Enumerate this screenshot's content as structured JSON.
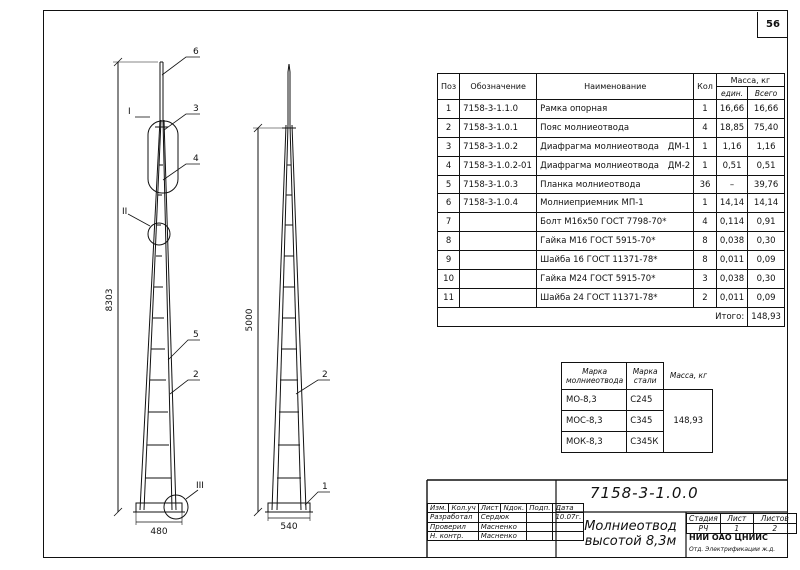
{
  "sheet_number": "56",
  "dimensions": {
    "total_height": "8303",
    "section_height": "5000",
    "base_width_front": "480",
    "base_width_side": "540"
  },
  "callouts": {
    "front": [
      "6",
      "3",
      "4",
      "5",
      "2"
    ],
    "side": [
      "2",
      "1"
    ],
    "detail_marks": [
      "I",
      "II",
      "III"
    ]
  },
  "spec_table": {
    "headers": {
      "pos": "Поз",
      "designation": "Обозначение",
      "name": "Наименование",
      "qty": "Кол",
      "mass": "Масса, кг",
      "mass_unit": "един.",
      "mass_total": "Всего"
    },
    "rows": [
      {
        "pos": "1",
        "designation": "7158-3-1.1.0",
        "name": "Рамка опорная",
        "mark": "",
        "qty": "1",
        "unit": "16,66",
        "total": "16,66"
      },
      {
        "pos": "2",
        "designation": "7158-3-1.0.1",
        "name": "Пояс молниеотвода",
        "mark": "",
        "qty": "4",
        "unit": "18,85",
        "total": "75,40"
      },
      {
        "pos": "3",
        "designation": "7158-3-1.0.2",
        "name": "Диафрагма молниеотвода",
        "mark": "ДМ-1",
        "qty": "1",
        "unit": "1,16",
        "total": "1,16"
      },
      {
        "pos": "4",
        "designation": "7158-3-1.0.2-01",
        "name": "Диафрагма молниеотвода",
        "mark": "ДМ-2",
        "qty": "1",
        "unit": "0,51",
        "total": "0,51"
      },
      {
        "pos": "5",
        "designation": "7158-3-1.0.3",
        "name": "Планка молниеотвода",
        "mark": "",
        "qty": "36",
        "unit": "–",
        "total": "39,76"
      },
      {
        "pos": "6",
        "designation": "7158-3-1.0.4",
        "name": "Молниеприемник МП-1",
        "mark": "",
        "qty": "1",
        "unit": "14,14",
        "total": "14,14"
      },
      {
        "pos": "7",
        "designation": "",
        "name": "Болт М16х50 ГОСТ 7798-70*",
        "mark": "",
        "qty": "4",
        "unit": "0,114",
        "total": "0,91"
      },
      {
        "pos": "8",
        "designation": "",
        "name": "Гайка М16 ГОСТ 5915-70*",
        "mark": "",
        "qty": "8",
        "unit": "0,038",
        "total": "0,30"
      },
      {
        "pos": "9",
        "designation": "",
        "name": "Шайба 16 ГОСТ 11371-78*",
        "mark": "",
        "qty": "8",
        "unit": "0,011",
        "total": "0,09"
      },
      {
        "pos": "10",
        "designation": "",
        "name": "Гайка М24 ГОСТ 5915-70*",
        "mark": "",
        "qty": "3",
        "unit": "0,038",
        "total": "0,30"
      },
      {
        "pos": "11",
        "designation": "",
        "name": "Шайба 24 ГОСТ 11371-78*",
        "mark": "",
        "qty": "2",
        "unit": "0,011",
        "total": "0,09"
      }
    ],
    "total_label": "Итого:",
    "total_value": "148,93"
  },
  "grade_table": {
    "headers": {
      "mark_line1": "Марка",
      "mark_line2": "молниеотвода",
      "steel_line1": "Марка",
      "steel_line2": "стали",
      "mass": "Масса, кг"
    },
    "rows": [
      {
        "mark": "МО-8,3",
        "steel": "С245"
      },
      {
        "mark": "МОС-8,3",
        "steel": "С345"
      },
      {
        "mark": "МОК-8,3",
        "steel": "С345К"
      }
    ],
    "mass": "148,93"
  },
  "title_block": {
    "doc_number": "7158-3-1.0.0",
    "title_line1": "Молниеотвод",
    "title_line2": "высотой 8,3м",
    "header_cells": [
      "Изм.",
      "Кол.уч",
      "Лист",
      "Nдок.",
      "Подп.",
      "Дата"
    ],
    "people": [
      {
        "role": "Разработал",
        "name": "Сердюк",
        "date": "10.07г."
      },
      {
        "role": "Проверил",
        "name": "Масненко",
        "date": ""
      },
      {
        "role": "Н. контр.",
        "name": "Масненко",
        "date": ""
      }
    ],
    "stage_label": "Стадия",
    "sheet_label": "Лист",
    "sheets_label": "Листов",
    "stage": "РЧ",
    "sheet": "1",
    "sheets": "2",
    "org": "НИИ ОАО ЦНИИС",
    "dept": "Отд. Электрификации ж.д."
  }
}
